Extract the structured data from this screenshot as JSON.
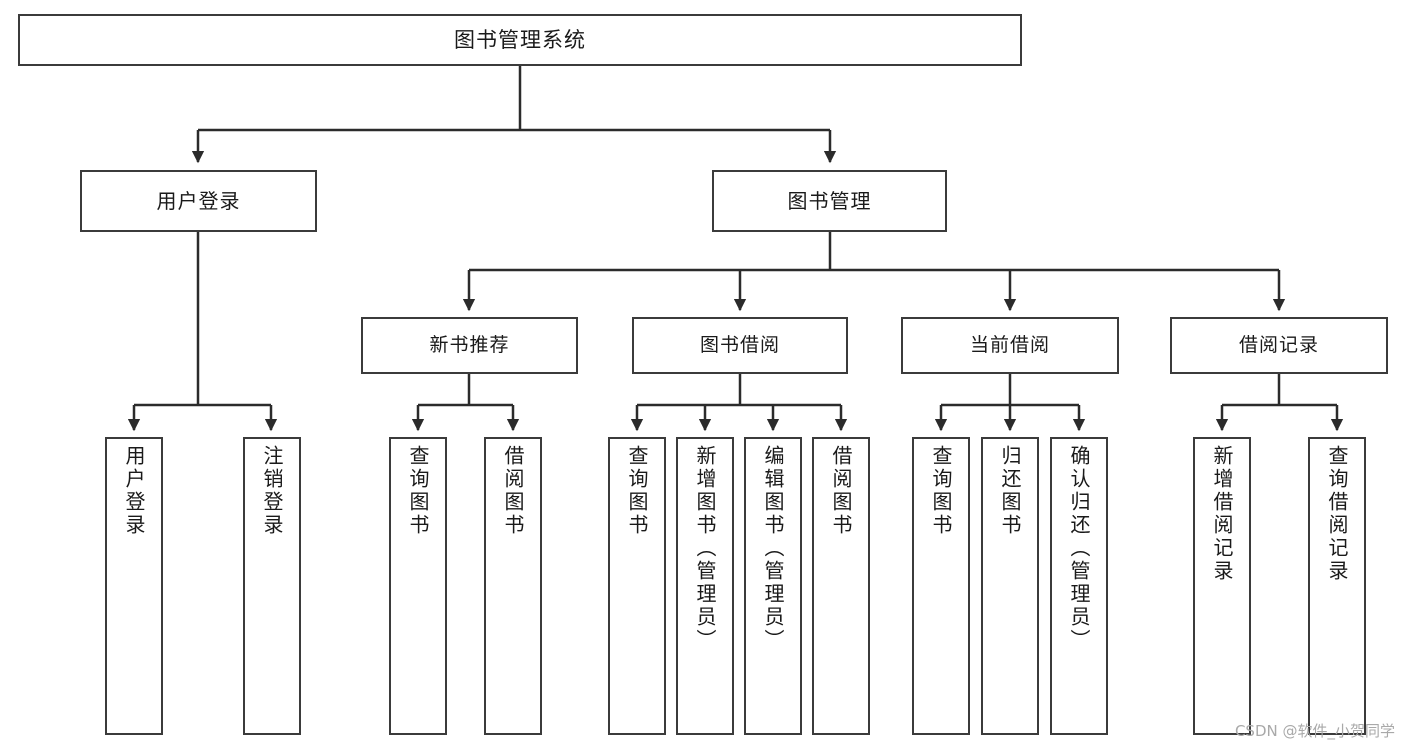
{
  "diagram": {
    "title": "图书管理系统",
    "root": {
      "label": "图书管理系统"
    },
    "level2": [
      {
        "label": "用户登录"
      },
      {
        "label": "图书管理"
      }
    ],
    "level3": [
      {
        "label": "新书推荐"
      },
      {
        "label": "图书借阅"
      },
      {
        "label": "当前借阅"
      },
      {
        "label": "借阅记录"
      }
    ],
    "leaves": [
      {
        "label": "用户登录"
      },
      {
        "label": "注销登录"
      },
      {
        "label": "查询图书"
      },
      {
        "label": "借阅图书"
      },
      {
        "label": "查询图书"
      },
      {
        "label": "新增图书（管理员）"
      },
      {
        "label": "编辑图书（管理员）"
      },
      {
        "label": "借阅图书"
      },
      {
        "label": "查询图书"
      },
      {
        "label": "归还图书"
      },
      {
        "label": "确认归还（管理员）"
      },
      {
        "label": "新增借阅记录"
      },
      {
        "label": "查询借阅记录"
      }
    ],
    "colors": {
      "border": "#3b3b3b",
      "text": "#1a1a1a",
      "background": "#ffffff",
      "connector": "#2b2b2b",
      "watermark": "#a9a9a9"
    }
  },
  "watermark": {
    "text": "CSDN @软件_小贺同学"
  }
}
